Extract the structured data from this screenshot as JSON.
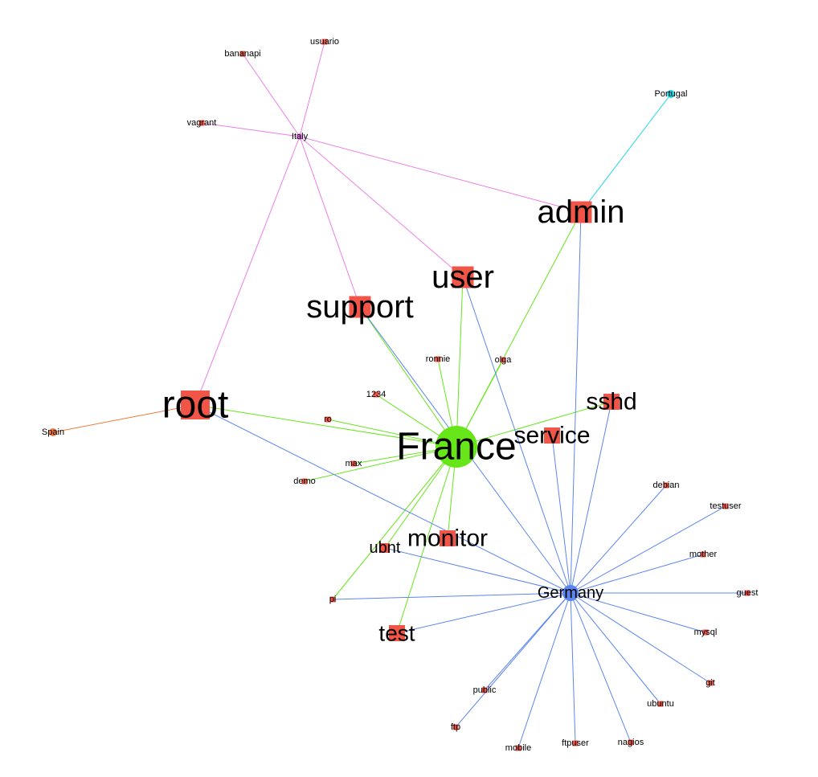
{
  "colors": {
    "France": "#66e619",
    "Germany": "#5b86ef",
    "Italy": "#e97fe8",
    "Spain": "#f07a3c",
    "Portugal": "#22d8e9",
    "username": "#f05548"
  },
  "countries": [
    {
      "id": "France",
      "label": "France"
    },
    {
      "id": "Germany",
      "label": "Germany"
    },
    {
      "id": "Italy",
      "label": "Italy"
    },
    {
      "id": "Spain",
      "label": "Spain"
    },
    {
      "id": "Portugal",
      "label": "Portugal"
    }
  ],
  "usernames": [
    {
      "id": "root",
      "label": "root"
    },
    {
      "id": "admin",
      "label": "admin"
    },
    {
      "id": "user",
      "label": "user"
    },
    {
      "id": "support",
      "label": "support"
    },
    {
      "id": "sshd",
      "label": "sshd"
    },
    {
      "id": "service",
      "label": "service"
    },
    {
      "id": "monitor",
      "label": "monitor"
    },
    {
      "id": "ubnt",
      "label": "ubnt"
    },
    {
      "id": "test",
      "label": "test"
    },
    {
      "id": "usuario",
      "label": "usuario"
    },
    {
      "id": "bananapi",
      "label": "bananapi"
    },
    {
      "id": "vagrant",
      "label": "vagrant"
    },
    {
      "id": "ronnie",
      "label": "ronnie"
    },
    {
      "id": "olga",
      "label": "olga"
    },
    {
      "id": "n1234",
      "label": "1234"
    },
    {
      "id": "ro",
      "label": "ro"
    },
    {
      "id": "max",
      "label": "max"
    },
    {
      "id": "demo",
      "label": "demo"
    },
    {
      "id": "pi",
      "label": "pi"
    },
    {
      "id": "debian",
      "label": "debian"
    },
    {
      "id": "testuser",
      "label": "testuser"
    },
    {
      "id": "mother",
      "label": "mother"
    },
    {
      "id": "guest",
      "label": "guest"
    },
    {
      "id": "mysql",
      "label": "mysql"
    },
    {
      "id": "git",
      "label": "git"
    },
    {
      "id": "ubuntu",
      "label": "ubuntu"
    },
    {
      "id": "nagios",
      "label": "nagios"
    },
    {
      "id": "ftpuser",
      "label": "ftpuser"
    },
    {
      "id": "mobile",
      "label": "mobile"
    },
    {
      "id": "ftp",
      "label": "ftp"
    },
    {
      "id": "public",
      "label": "public"
    }
  ],
  "edges": [
    {
      "from": "Italy",
      "to": "usuario"
    },
    {
      "from": "Italy",
      "to": "bananapi"
    },
    {
      "from": "Italy",
      "to": "vagrant"
    },
    {
      "from": "Italy",
      "to": "admin"
    },
    {
      "from": "Italy",
      "to": "user"
    },
    {
      "from": "Italy",
      "to": "support"
    },
    {
      "from": "Italy",
      "to": "root"
    },
    {
      "from": "Portugal",
      "to": "admin"
    },
    {
      "from": "Spain",
      "to": "root"
    },
    {
      "from": "France",
      "to": "admin"
    },
    {
      "from": "France",
      "to": "user"
    },
    {
      "from": "France",
      "to": "support"
    },
    {
      "from": "France",
      "to": "root"
    },
    {
      "from": "France",
      "to": "sshd"
    },
    {
      "from": "France",
      "to": "ronnie"
    },
    {
      "from": "France",
      "to": "olga"
    },
    {
      "from": "France",
      "to": "n1234"
    },
    {
      "from": "France",
      "to": "ro"
    },
    {
      "from": "France",
      "to": "max"
    },
    {
      "from": "France",
      "to": "demo"
    },
    {
      "from": "France",
      "to": "monitor"
    },
    {
      "from": "France",
      "to": "ubnt"
    },
    {
      "from": "France",
      "to": "pi"
    },
    {
      "from": "France",
      "to": "test"
    },
    {
      "from": "Germany",
      "to": "admin"
    },
    {
      "from": "Germany",
      "to": "user"
    },
    {
      "from": "Germany",
      "to": "support"
    },
    {
      "from": "Germany",
      "to": "root"
    },
    {
      "from": "Germany",
      "to": "sshd"
    },
    {
      "from": "Germany",
      "to": "service"
    },
    {
      "from": "Germany",
      "to": "ubnt"
    },
    {
      "from": "Germany",
      "to": "pi"
    },
    {
      "from": "Germany",
      "to": "test"
    },
    {
      "from": "Germany",
      "to": "debian"
    },
    {
      "from": "Germany",
      "to": "testuser"
    },
    {
      "from": "Germany",
      "to": "mother"
    },
    {
      "from": "Germany",
      "to": "guest"
    },
    {
      "from": "Germany",
      "to": "mysql"
    },
    {
      "from": "Germany",
      "to": "git"
    },
    {
      "from": "Germany",
      "to": "ubuntu"
    },
    {
      "from": "Germany",
      "to": "nagios"
    },
    {
      "from": "Germany",
      "to": "ftpuser"
    },
    {
      "from": "Germany",
      "to": "mobile"
    },
    {
      "from": "Germany",
      "to": "ftp"
    },
    {
      "from": "Germany",
      "to": "public"
    }
  ]
}
